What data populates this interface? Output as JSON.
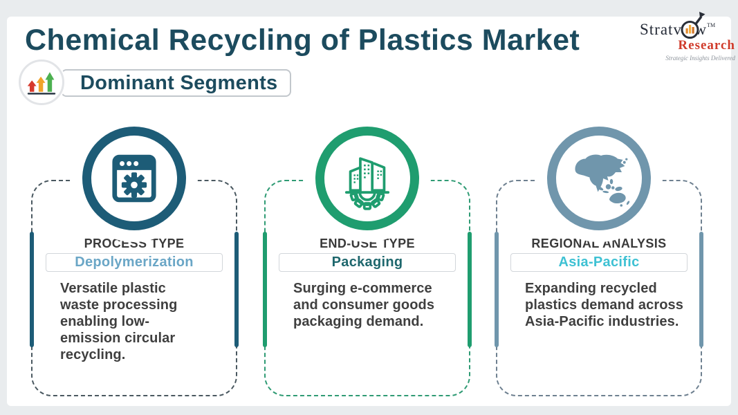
{
  "page": {
    "background": "#e9ecee",
    "sheet_background": "#ffffff"
  },
  "header": {
    "title": "Chemical Recycling of Plastics Market",
    "title_color": "#1c4b5e",
    "badge": {
      "label": "Dominant Segments",
      "icon": "rising-arrows-icon",
      "arrow_colors": [
        "#d6392c",
        "#f0a32a",
        "#4cb050"
      ]
    }
  },
  "logo": {
    "brand": "Stratview",
    "tm": "TM",
    "sub_brand": "Research",
    "tagline": "Strategic Insights Delivered",
    "brand_color": "#262c38",
    "sub_brand_color": "#d03b2b",
    "icon": "magnifier-chart-icon"
  },
  "cards": [
    {
      "heading": "PROCESS TYPE",
      "value": "Depolymerization",
      "value_color": "#6aa6c6",
      "body": "Versatile plastic\nwaste processing\nenabling low-\nemission circular\nrecycling.",
      "theme_color": "#1d5c77",
      "dash_color": "#4a5860",
      "icon": "browser-gear-icon"
    },
    {
      "heading": "END-USE TYPE",
      "value": "Packaging",
      "value_color": "#1e676d",
      "body": "Surging e-commerce\nand consumer goods\npackaging demand.",
      "theme_color": "#1f9d6f",
      "dash_color": "#2f9b74",
      "icon": "buildings-gear-icon"
    },
    {
      "heading": "REGIONAL ANALYSIS",
      "value": "Asia-Pacific",
      "value_color": "#3ec1d3",
      "body": "Expanding recycled\nplastics demand across\nAsia-Pacific industries.",
      "theme_color": "#7096ac",
      "dash_color": "#6e8090",
      "icon": "asia-pacific-map-icon"
    }
  ]
}
